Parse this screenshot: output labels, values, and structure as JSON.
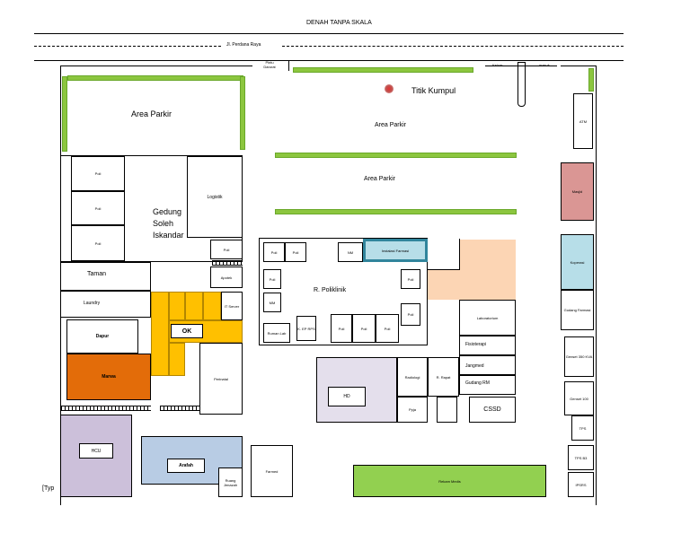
{
  "title": "DENAH TANPA SKALA",
  "road": "Jl. Perdana Raya",
  "gate": {
    "keluar": "Keluar",
    "masuk": "masuk",
    "pintu_darurat": "Pintu Darurat"
  },
  "titik_kumpul": "Titik Kumpul",
  "parking": {
    "a": "Area Parkir",
    "b": "Area Parkir",
    "c": "Area Parkir"
  },
  "rooms": {
    "gedung": "Gedung Soleh Iskandar",
    "logistik": "Logistik",
    "taman": "Taman",
    "laundry": "Laundry",
    "dapur": "Dapur",
    "marwa": "Marwa",
    "ok": "OK",
    "it_server": "IT Server",
    "perinatal": "Perinatal",
    "hcu": "HCU",
    "arafah": "Arafah",
    "ruang_jenazah": "Ruang Jenazah",
    "farmed": "Farmed",
    "rekam_medis": "Rekam Medis",
    "poliklinik": "R. Poliklinik",
    "instalasi_farmasi": "Instalasi Farmasi",
    "laboratorium": "Laboratorium",
    "fisioterapi": "Fisioterapi",
    "jangmed": "Jangmed",
    "gudang_rm": "Gudang RM",
    "radiologi": "Radiologi",
    "r_rapat": "R. Rapat",
    "hd": "HD",
    "ppja": "Ppja",
    "cssd": "CSSD",
    "atm": "ATM",
    "masjid": "Masjid",
    "koperasi": "Koperasi",
    "gudang_farmasi": "Gudang Farmasi",
    "genset_350": "Genset 350 KVA",
    "genset_100": "Genset 100",
    "tps": "TPS",
    "tps_b3": "TPS B3",
    "ipsrs": "IPSRS",
    "poli": "Poli",
    "apotek": "Apotek",
    "mm": "MM",
    "ruang_lab": "Ruman Lab",
    "k_ep": "K. EP RPS",
    "nm": "NM"
  },
  "footer_fragment": "[Typ",
  "colors": {
    "green": "#8cc63f",
    "yellow": "#ffc000",
    "orange": "#e36c09",
    "lavender": "#ccc0da",
    "lightlavender": "#e4dfec",
    "blue": "#b8cce4",
    "peach": "#fcd5b4",
    "rose": "#da9694",
    "lightblue": "#b7dee8",
    "teal": "#31859c",
    "red": "#c0504d"
  }
}
